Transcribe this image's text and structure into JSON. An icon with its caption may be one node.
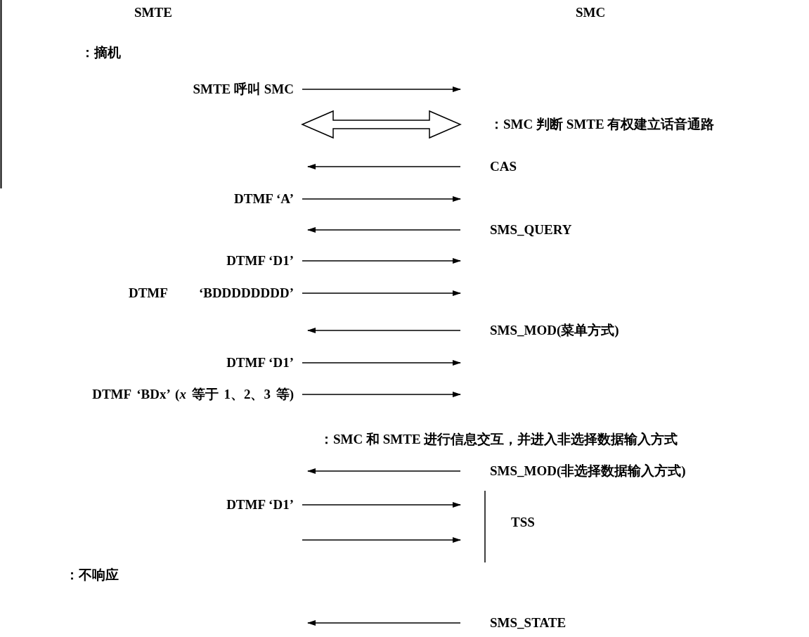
{
  "diagram": {
    "nodes": [
      {
        "text": [
          "SMTE 呼叫 SMC"
        ]
      },
      {
        "text": [
          "：SMC 判断 SMTE 有权建立话音通路"
        ]
      },
      {
        "text": [
          "CAS"
        ]
      },
      {
        "text": [
          "DTMF ‘A’"
        ]
      },
      {
        "text": [
          "SMS_QUERY"
        ]
      },
      {
        "text": [
          "DTMF ‘D1’"
        ]
      },
      {
        "text": [
          "DTMF ‘BDDDDDDDD’"
        ]
      },
      {
        "text": [
          "SMS_MOD(菜单方式)"
        ]
      },
      {
        "text": [
          "DTMF ‘D1’"
        ]
      },
      {
        "text": [
          "DTMF ‘BDx’ (*x* 等于 1、2、3 等)"
        ]
      },
      {
        "text": [
          "SMS_MOD(非选择数据输入方式)"
        ]
      },
      {
        "text": [
          "DTMF ‘D1’"
        ]
      },
      {
        "text": [
          "SMS_STATE"
        ]
      }
    ],
    "edges": [
      {
        "from": 0,
        "to": null,
        "arrow": "to"
      },
      {
        "from": 2,
        "to": null,
        "arrow": "to"
      },
      {
        "from": 3,
        "to": null,
        "arrow": "to"
      },
      {
        "from": 4,
        "to": null,
        "arrow": "to"
      },
      {
        "from": 5,
        "to": null,
        "arrow": "to"
      },
      {
        "from": 6,
        "to": null,
        "arrow": "to"
      },
      {
        "from": 7,
        "to": null,
        "arrow": "to"
      },
      {
        "from": 8,
        "to": null,
        "arrow": "to"
      },
      {
        "from": 9,
        "to": null,
        "arrow": "to"
      },
      {
        "from": 10,
        "to": null,
        "arrow": "to"
      },
      {
        "from": 11,
        "to": null,
        "arrow": "to"
      },
      {
        "from": 12,
        "to": null,
        "arrow": "to"
      }
    ],
    "labels": [
      "SMTE",
      "SMC",
      "：摘机",
      "：SMC 和 SMTE 进行信息交互，并进入非选择数据输入方式",
      "TSS",
      "：不响应"
    ]
  }
}
